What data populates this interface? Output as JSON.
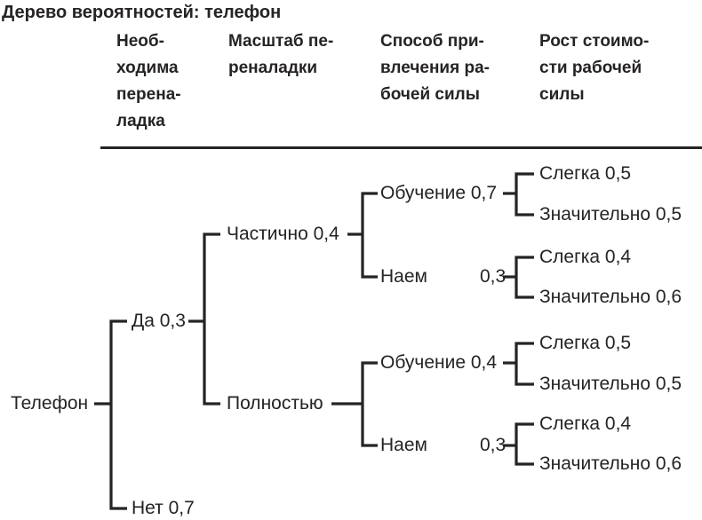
{
  "title": "Дерево вероятностей: телефон",
  "columns": [
    {
      "label": "Необ-\nходима\nперена-\nладка"
    },
    {
      "label": "Масштаб пе-\nреналадки"
    },
    {
      "label": "Способ при-\nвлечения ра-\nбочей силы"
    },
    {
      "label": "Рост стоимо-\nсти рабочей\nсилы"
    }
  ],
  "tree": {
    "label": "Телефон",
    "children": [
      {
        "label": "Да 0,3",
        "children": [
          {
            "label": "Частично 0,4",
            "children": [
              {
                "label": "Обучение 0,7",
                "children": [
                  {
                    "label": "Слегка 0,5"
                  },
                  {
                    "label": "Значительно 0,5"
                  }
                ]
              },
              {
                "label": "Наем",
                "prob": "0,3",
                "children": [
                  {
                    "label": "Слегка 0,4"
                  },
                  {
                    "label": "Значительно 0,6"
                  }
                ]
              }
            ]
          },
          {
            "label": "Полностью",
            "children": [
              {
                "label": "Обучение 0,4",
                "children": [
                  {
                    "label": "Слегка 0,5"
                  },
                  {
                    "label": "Значительно 0,5"
                  }
                ]
              },
              {
                "label": "Наем",
                "prob": "0,3",
                "children": [
                  {
                    "label": "Слегка 0,4"
                  },
                  {
                    "label": "Значительно 0,6"
                  }
                ]
              }
            ]
          }
        ]
      },
      {
        "label": "Нет 0,7"
      }
    ]
  },
  "colors": {
    "text": "#262324",
    "line": "#262324",
    "background": "#ffffff"
  }
}
